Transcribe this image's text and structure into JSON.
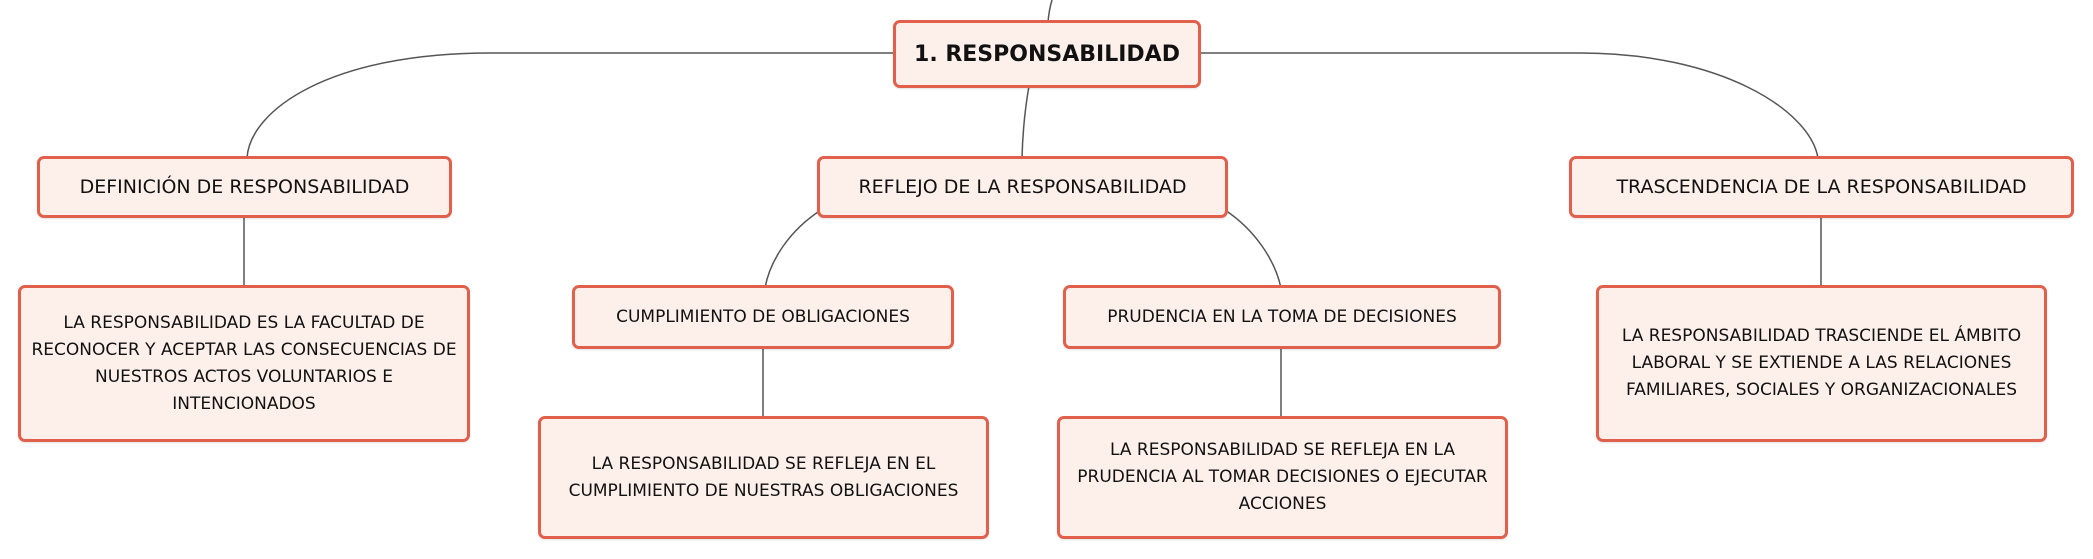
{
  "map": {
    "root": "1. RESPONSABILIDAD",
    "definicion": {
      "title": "DEFINICIÓN DE RESPONSABILIDAD",
      "text": "LA RESPONSABILIDAD ES LA FACULTAD DE RECONOCER Y ACEPTAR LAS CONSECUENCIAS DE NUESTROS ACTOS VOLUNTARIOS E INTENCIONADOS"
    },
    "reflejo": {
      "title": "REFLEJO DE LA RESPONSABILIDAD",
      "cumplimiento": {
        "title": "CUMPLIMIENTO DE OBLIGACIONES",
        "text": "LA RESPONSABILIDAD SE REFLEJA EN EL CUMPLIMIENTO DE NUESTRAS OBLIGACIONES"
      },
      "prudencia": {
        "title": "PRUDENCIA EN LA TOMA DE DECISIONES",
        "text": "LA RESPONSABILIDAD SE REFLEJA EN LA PRUDENCIA AL TOMAR DECISIONES O EJECUTAR ACCIONES"
      }
    },
    "trascendencia": {
      "title": "TRASCENDENCIA DE LA RESPONSABILIDAD",
      "text": "LA RESPONSABILIDAD TRASCIENDE EL ÁMBITO LABORAL Y SE EXTIENDE A LAS RELACIONES FAMILIARES, SOCIALES Y ORGANIZACIONALES"
    }
  },
  "colors": {
    "node_border": "#e0604c",
    "node_fill": "#fdf0eb",
    "connector": "#555555"
  }
}
